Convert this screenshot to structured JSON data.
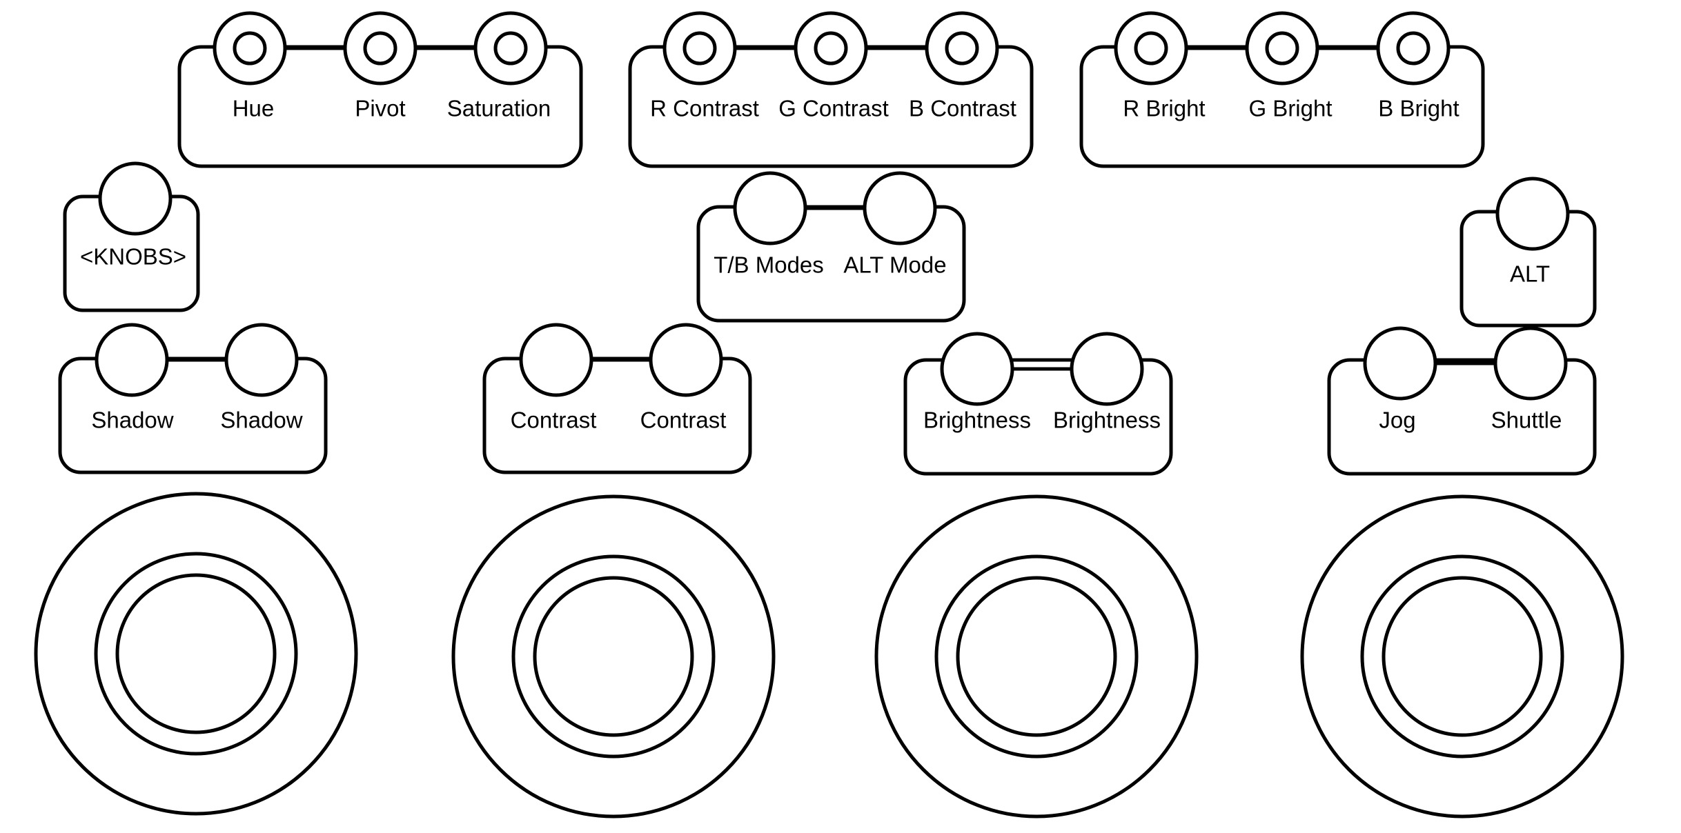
{
  "colors": {
    "stroke": "#000000",
    "background": "#ffffff"
  },
  "knob_groups": {
    "hue_pivot_saturation": [
      "Hue",
      "Pivot",
      "Saturation"
    ],
    "contrast_rgb": [
      "R Contrast",
      "G Contrast",
      "B Contrast"
    ],
    "bright_rgb": [
      "R Bright",
      "G Bright",
      "B Bright"
    ]
  },
  "buttons": {
    "knobs": "<KNOBS>",
    "modes": [
      "T/B Modes",
      "ALT Mode"
    ],
    "alt": "ALT",
    "shadow": [
      "Shadow",
      "Shadow"
    ],
    "contrast": [
      "Contrast",
      "Contrast"
    ],
    "brightness": [
      "Brightness",
      "Brightness"
    ],
    "transport": [
      "Jog",
      "Shuttle"
    ]
  },
  "trackballs": [
    "trackball-1",
    "trackball-2",
    "trackball-3",
    "trackball-4"
  ]
}
